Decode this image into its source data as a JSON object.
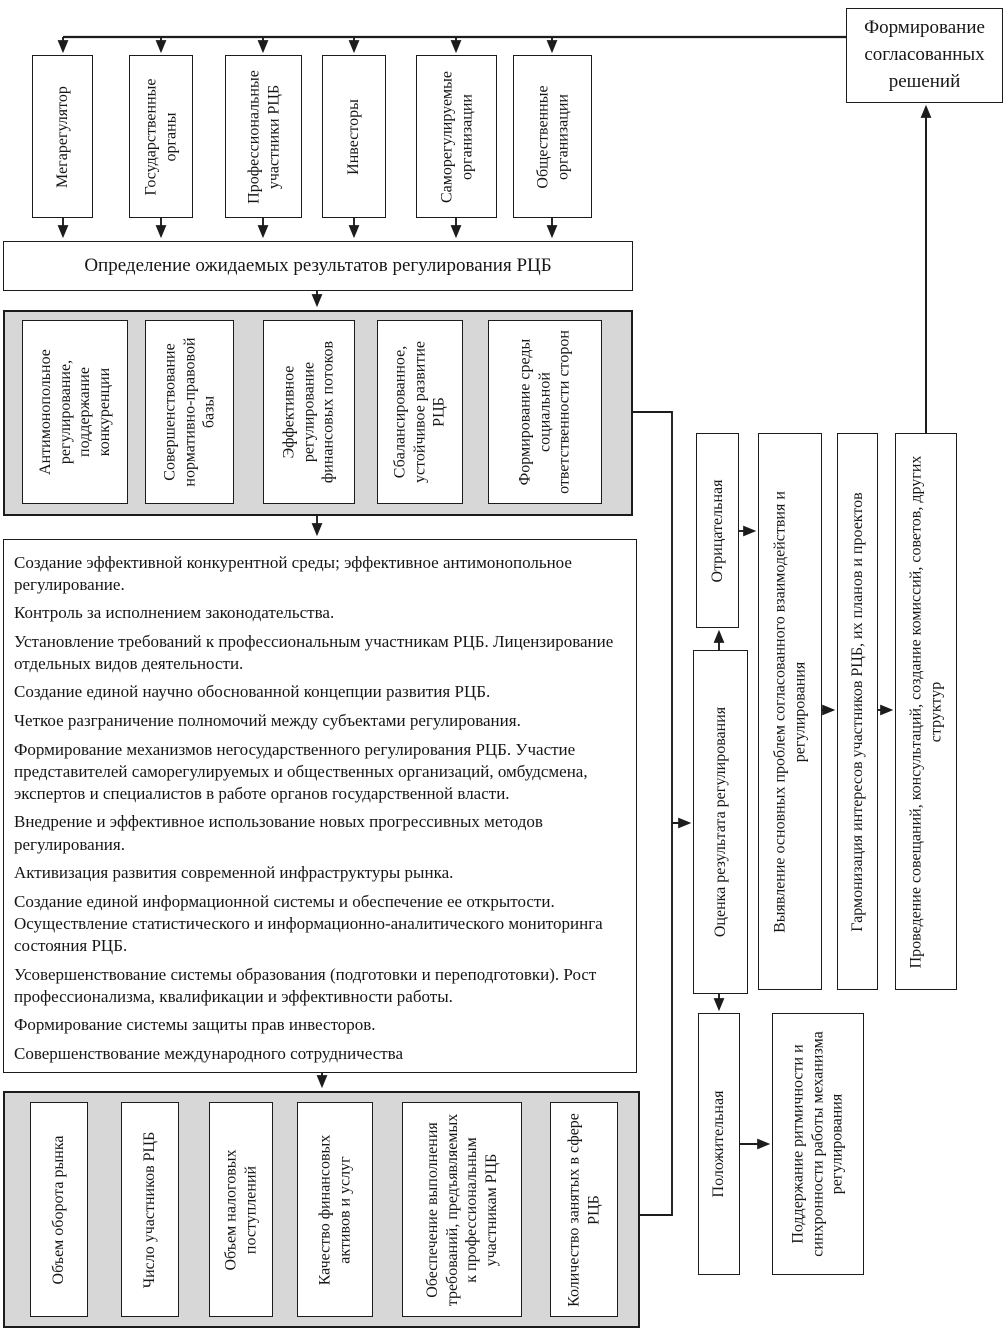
{
  "diagram": {
    "subjects": [
      "Мегарегулятор",
      "Государственные органы",
      "Профессиональные участники РЦБ",
      "Инвесторы",
      "Саморегулируемые организации",
      "Общественные организации"
    ],
    "coordination_box": "Формирование согласованных решений",
    "expected_results_bar": "Определение ожидаемых результатов регулирования РЦБ",
    "directions": [
      "Антимонопольное регулирование, поддержание конкуренции",
      "Совершенствование нормативно-правовой базы",
      "Эффективное регулирование финансовых потоков",
      "Сбалансированное, устойчивое развитие РЦБ",
      "Формирование среды социальной ответственности сторон"
    ],
    "measures": [
      "Создание эффективной конкурентной среды; эффективное антимонопольное регулирование.",
      "Контроль за исполнением законодательства.",
      "Установление требований к профессиональным участникам РЦБ. Лицензирование отдельных видов деятельности.",
      "Создание единой научно обоснованной концепции развития РЦБ.",
      "Четкое разграничение полномочий между субъектами регулирования.",
      "Формирование механизмов негосударственного регулирования РЦБ. Участие представителей саморегулируемых и общественных организаций, омбудсмена, экспертов и специалистов в работе органов государственной власти.",
      "Внедрение и эффективное использование новых прогрессивных методов регулирования.",
      "Активизация развития современной инфраструктуры рынка.",
      "Создание единой информационной системы и обеспечение ее открытости. Осуществление статистического и информационно-аналитического мониторинга состояния РЦБ.",
      "Усовершенствование системы образования (подготовки и переподготовки). Рост профессионализма, квалификации и эффективности работы.",
      "Формирование системы защиты прав инвесторов.",
      "Совершенствование международного сотрудничества"
    ],
    "indicators": [
      "Объем оборота рынка",
      "Число участников РЦБ",
      "Объем налоговых поступлений",
      "Качество финансовых активов и услуг",
      "Обеспечение выполнения требований, предъявляемых к профессиональным участникам РЦБ",
      "Количество занятых в сфере РЦБ"
    ],
    "evaluation": {
      "assessment": "Оценка результата регулирования",
      "negative": "Отрицательная",
      "positive": "Положительная"
    },
    "actions": {
      "problems": "Выявление основных проблем согласованного взаимодействия и регулирования",
      "harmonization": "Гармонизация интересов участников РЦБ, их планов и проектов",
      "meetings": "Проведение совещаний, консультаций, создание комиссий, советов, других структур",
      "rhythm": "Поддержание ритмичности и синхронности работы механизма регулирования"
    },
    "colors": {
      "container_fill": "#d7d7d7",
      "line": "#1c1c1c",
      "box_background": "#ffffff"
    }
  }
}
